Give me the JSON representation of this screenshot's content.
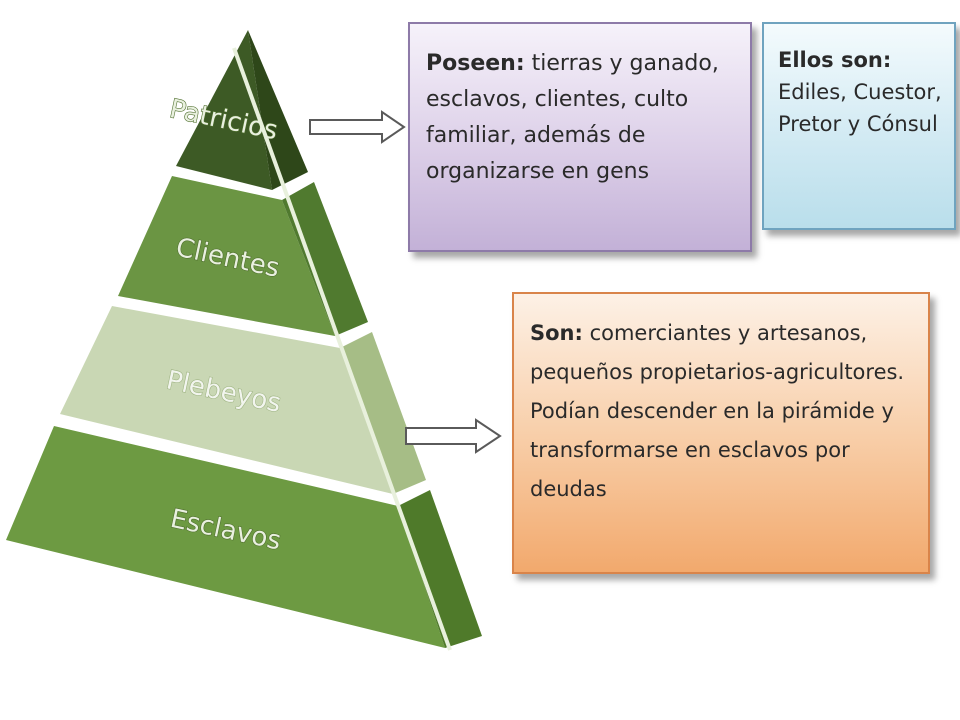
{
  "pyramid": {
    "tiers": [
      {
        "label": "Patricios",
        "front": "#3d5a25",
        "side": "#2e4719"
      },
      {
        "label": "Clientes",
        "front": "#6b9543",
        "side": "#507a2f"
      },
      {
        "label": "Plebeyos",
        "front": "#c9d7b4",
        "side": "#a6bd86"
      },
      {
        "label": "Esclavos",
        "front": "#6d9a42",
        "side": "#4f7a2a"
      }
    ],
    "divider_color": "#e8f0dc"
  },
  "arrows": {
    "fill": "#ffffff",
    "stroke": "#5a5a5a"
  },
  "boxes": {
    "poseen": {
      "lead": "Poseen:",
      "text": " tierras y ganado, esclavos, clientes, culto familiar, además de organizarse en gens"
    },
    "ellos": {
      "lead": "Ellos son:",
      "text": " Ediles, Cuestor, Pretor y Cónsul"
    },
    "son": {
      "lead": "Son:",
      "text": " comerciantes y artesanos, pequeños propietarios-agricultores. Podían descender en la pirámide y transformarse en esclavos por deudas"
    }
  }
}
